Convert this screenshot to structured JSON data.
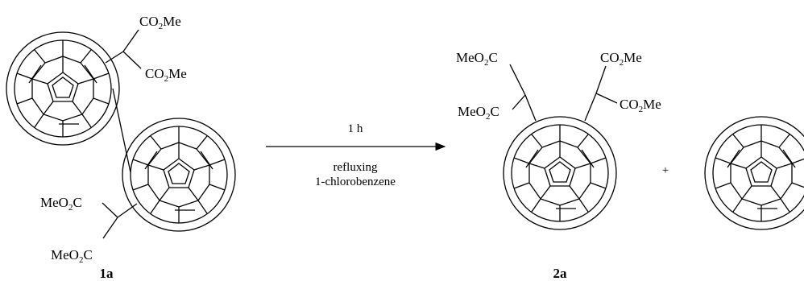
{
  "scheme": {
    "reactant_label": "1a",
    "product_label": "2a",
    "plus_sign": "+",
    "conditions": {
      "above_arrow": "1 h",
      "below_arrow_line1": "refluxing",
      "below_arrow_line2": "1-chlorobenzene"
    },
    "groups": {
      "co2me_base": "CO",
      "co2me_sub": "2",
      "co2me_tail": "Me",
      "meo2c_base": "MeO",
      "meo2c_sub": "2",
      "meo2c_tail": "C"
    }
  }
}
